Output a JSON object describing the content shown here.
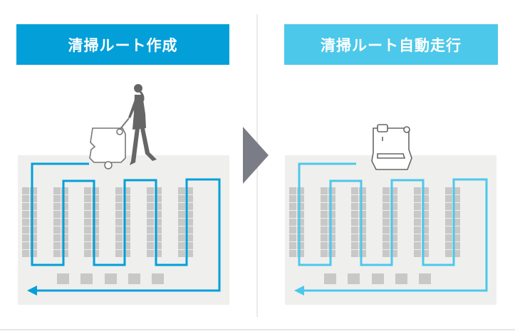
{
  "panels": [
    {
      "title": "清掃ルート作成",
      "color": "#039fd9",
      "mode": "manual"
    },
    {
      "title": "清掃ルート自動走行",
      "color": "#4cc8ea",
      "mode": "autonomous"
    }
  ],
  "colors": {
    "floor": "#efefed",
    "shelf": "#c8c8c8",
    "arrow": "#7a7d86",
    "divider": "#e3e3e3"
  }
}
